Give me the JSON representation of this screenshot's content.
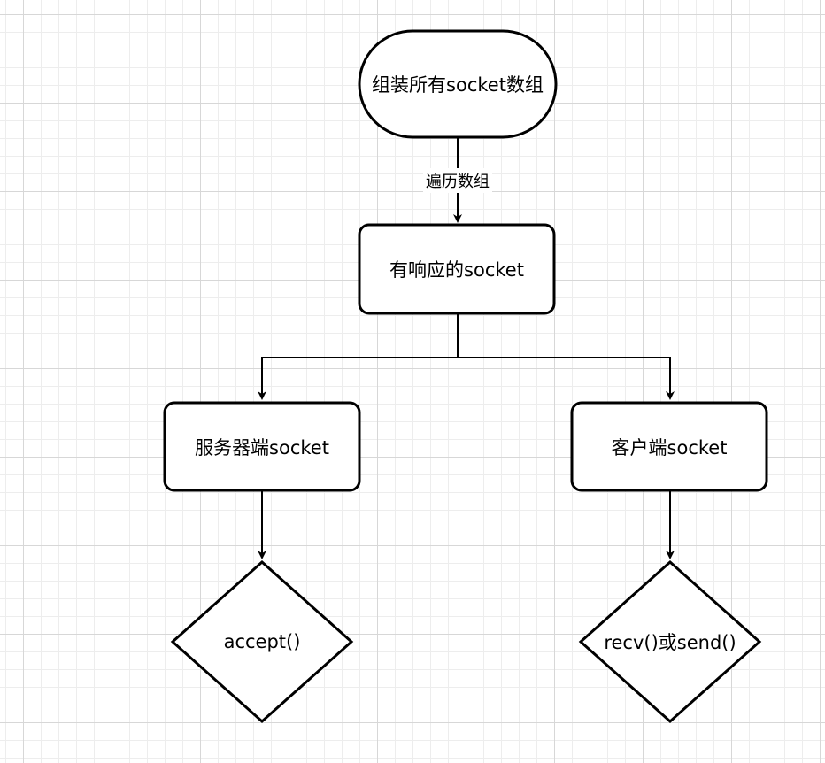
{
  "nodes": {
    "start": "组装所有socket数组",
    "responsive": "有响应的socket",
    "server": "服务器端socket",
    "client": "客户端socket",
    "accept": "accept()",
    "recv_send": "recv()或send()"
  },
  "edges": {
    "traverse": "遍历数组"
  },
  "colors": {
    "stroke": "#000000",
    "fill": "#ffffff",
    "grid_major": "#d7d7d7",
    "grid_minor": "#ededed"
  }
}
